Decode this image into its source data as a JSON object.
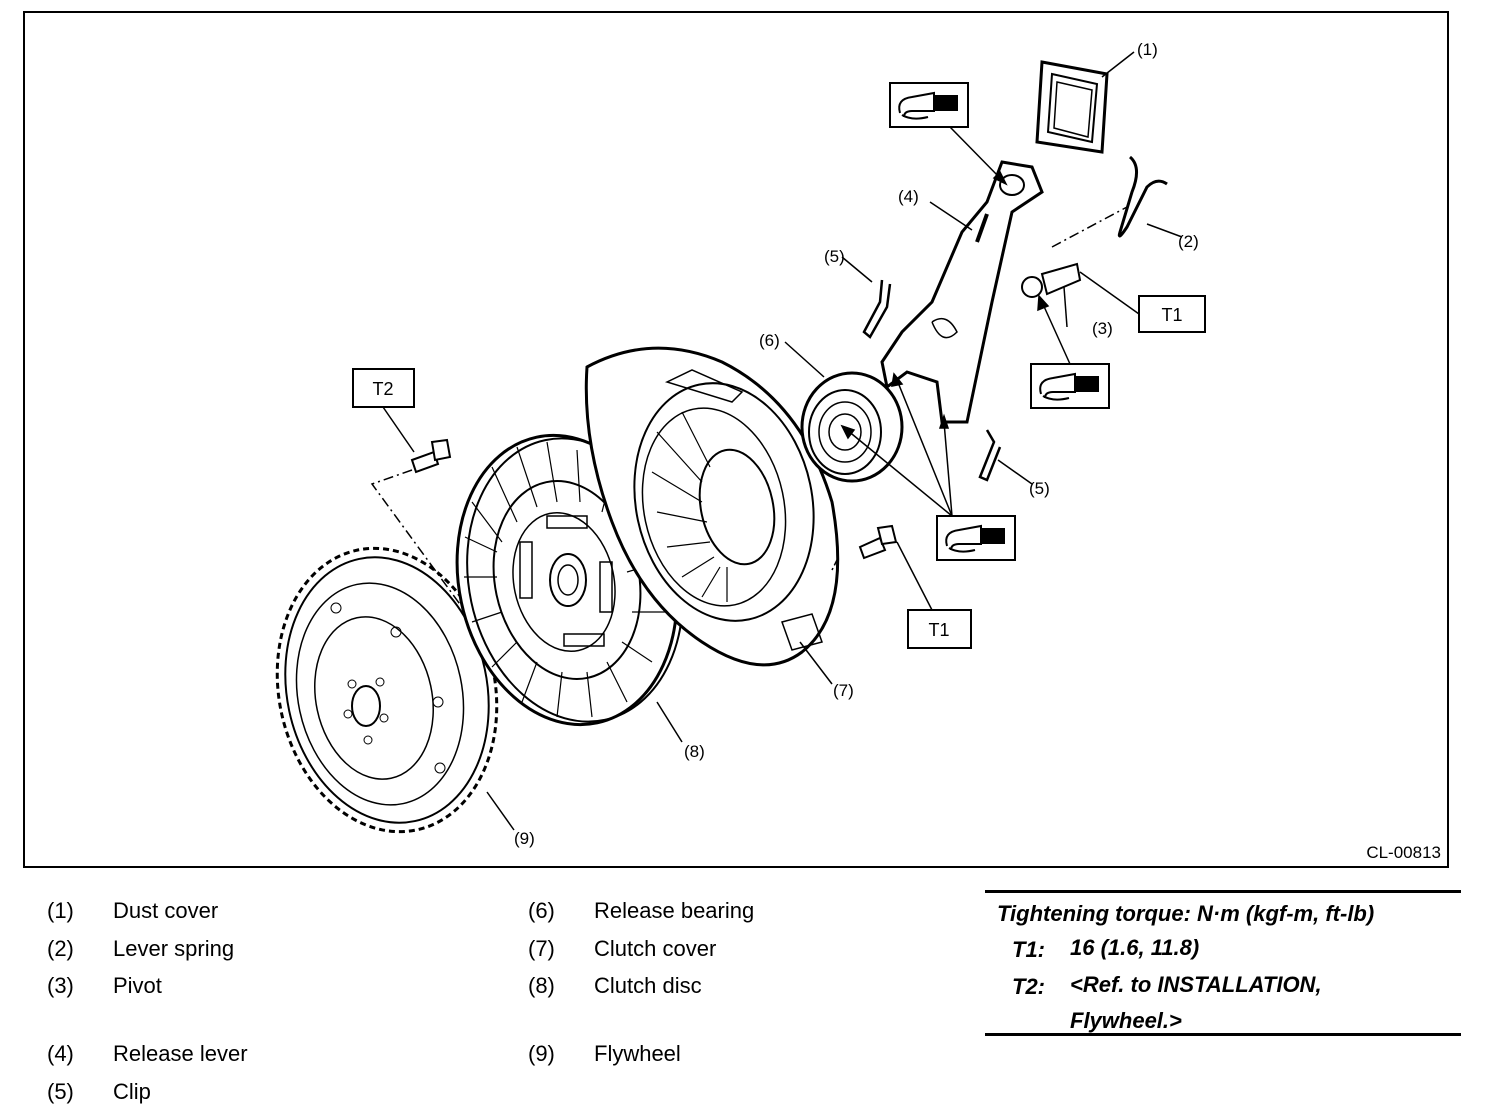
{
  "figure": {
    "code": "CL-00813",
    "callouts": [
      "(1)",
      "(2)",
      "(3)",
      "(4)",
      "(5)",
      "(5)",
      "(6)",
      "(7)",
      "(8)",
      "(9)"
    ],
    "torque_tags": [
      "T1",
      "T1",
      "T2"
    ],
    "symbols": [
      "grease-symbol",
      "grease-symbol",
      "grease-symbol"
    ]
  },
  "legend": {
    "left": [
      {
        "num": "(1)",
        "name": "Dust cover"
      },
      {
        "num": "(2)",
        "name": "Lever spring"
      },
      {
        "num": "(3)",
        "name": "Pivot"
      },
      {
        "num": "(4)",
        "name": "Release lever"
      },
      {
        "num": "(5)",
        "name": "Clip"
      }
    ],
    "right": [
      {
        "num": "(6)",
        "name": "Release bearing"
      },
      {
        "num": "(7)",
        "name": "Clutch cover"
      },
      {
        "num": "(8)",
        "name": "Clutch disc"
      },
      {
        "num": "(9)",
        "name": "Flywheel"
      }
    ]
  },
  "torque": {
    "title": "Tightening torque: N·m (kgf-m, ft-lb)",
    "rows": [
      {
        "key": "T1:",
        "value": "16 (1.6, 11.8)"
      },
      {
        "key": "T2:",
        "value": "<Ref. to INSTALLATION, Flywheel.>"
      }
    ]
  }
}
